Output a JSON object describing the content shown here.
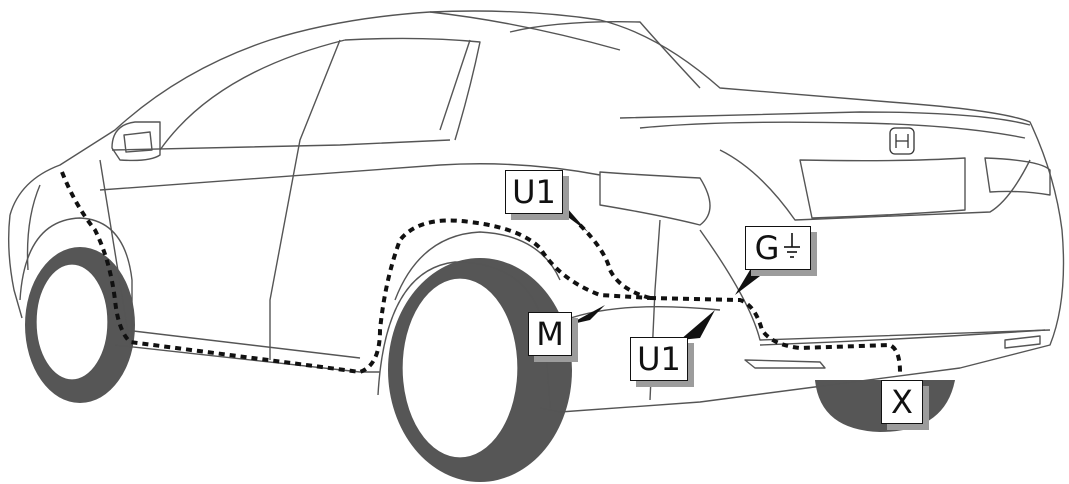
{
  "labels": {
    "u1_upper": "U1",
    "ground": "G",
    "m": "M",
    "u1_lower": "U1",
    "x": "X"
  },
  "icons": {
    "ground": "ground-symbol-icon",
    "logo": "honda-logo-icon"
  },
  "colors": {
    "outline": "#555555",
    "harness": "#111111",
    "tire": "#565656",
    "label_shadow": "#9c9c9c"
  }
}
